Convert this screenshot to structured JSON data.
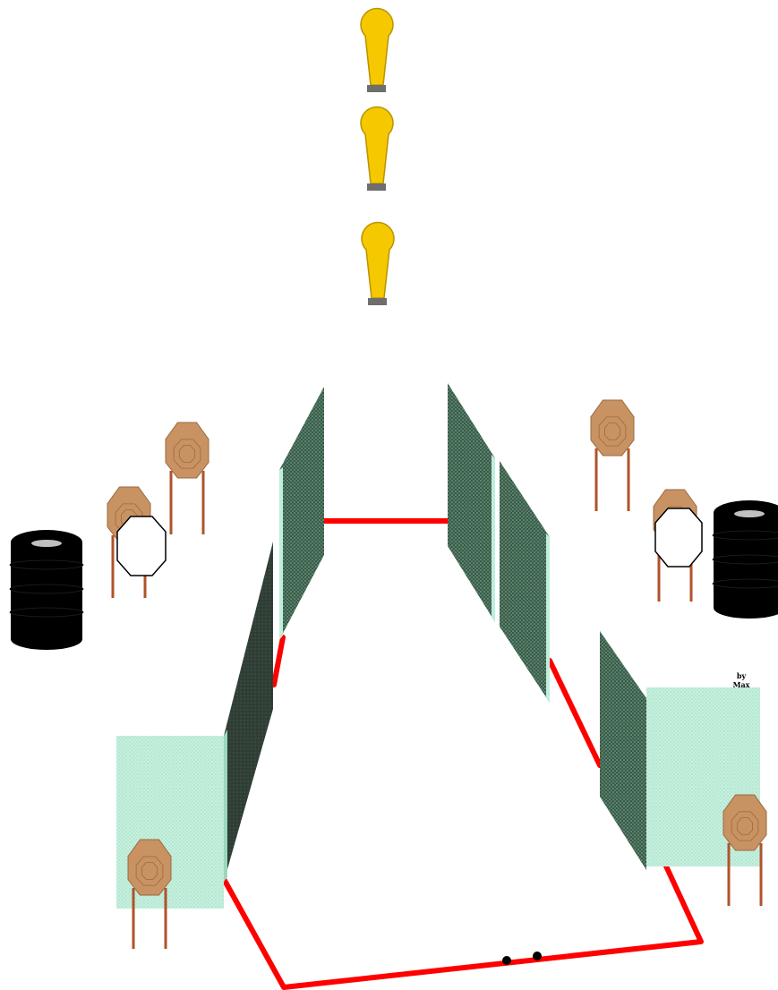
{
  "credit": {
    "line1": "by",
    "line2": "Max"
  },
  "colors": {
    "fault_line": "#ff0000",
    "wall_dark": "#3a4a3f",
    "wall_light": "#bfeedd",
    "wall_mesh": "#4f8a6b",
    "popper": "#f5c800",
    "popper_base": "#6e6e6e",
    "target": "#c99262",
    "target_stand": "#b0532a",
    "no_shoot": "#ffffff",
    "barrel": "#000000",
    "barrel_lid": "#c0c0c0"
  },
  "objects": {
    "steel_poppers": [
      "popper",
      "popper",
      "popper"
    ],
    "paper_targets": [
      "target",
      "target",
      "target",
      "target",
      "target",
      "target"
    ],
    "no_shoot_targets": [
      "no-shoot",
      "no-shoot"
    ],
    "barrels": [
      "barrel",
      "barrel"
    ],
    "start_position_marks": [
      "mark",
      "mark"
    ]
  }
}
